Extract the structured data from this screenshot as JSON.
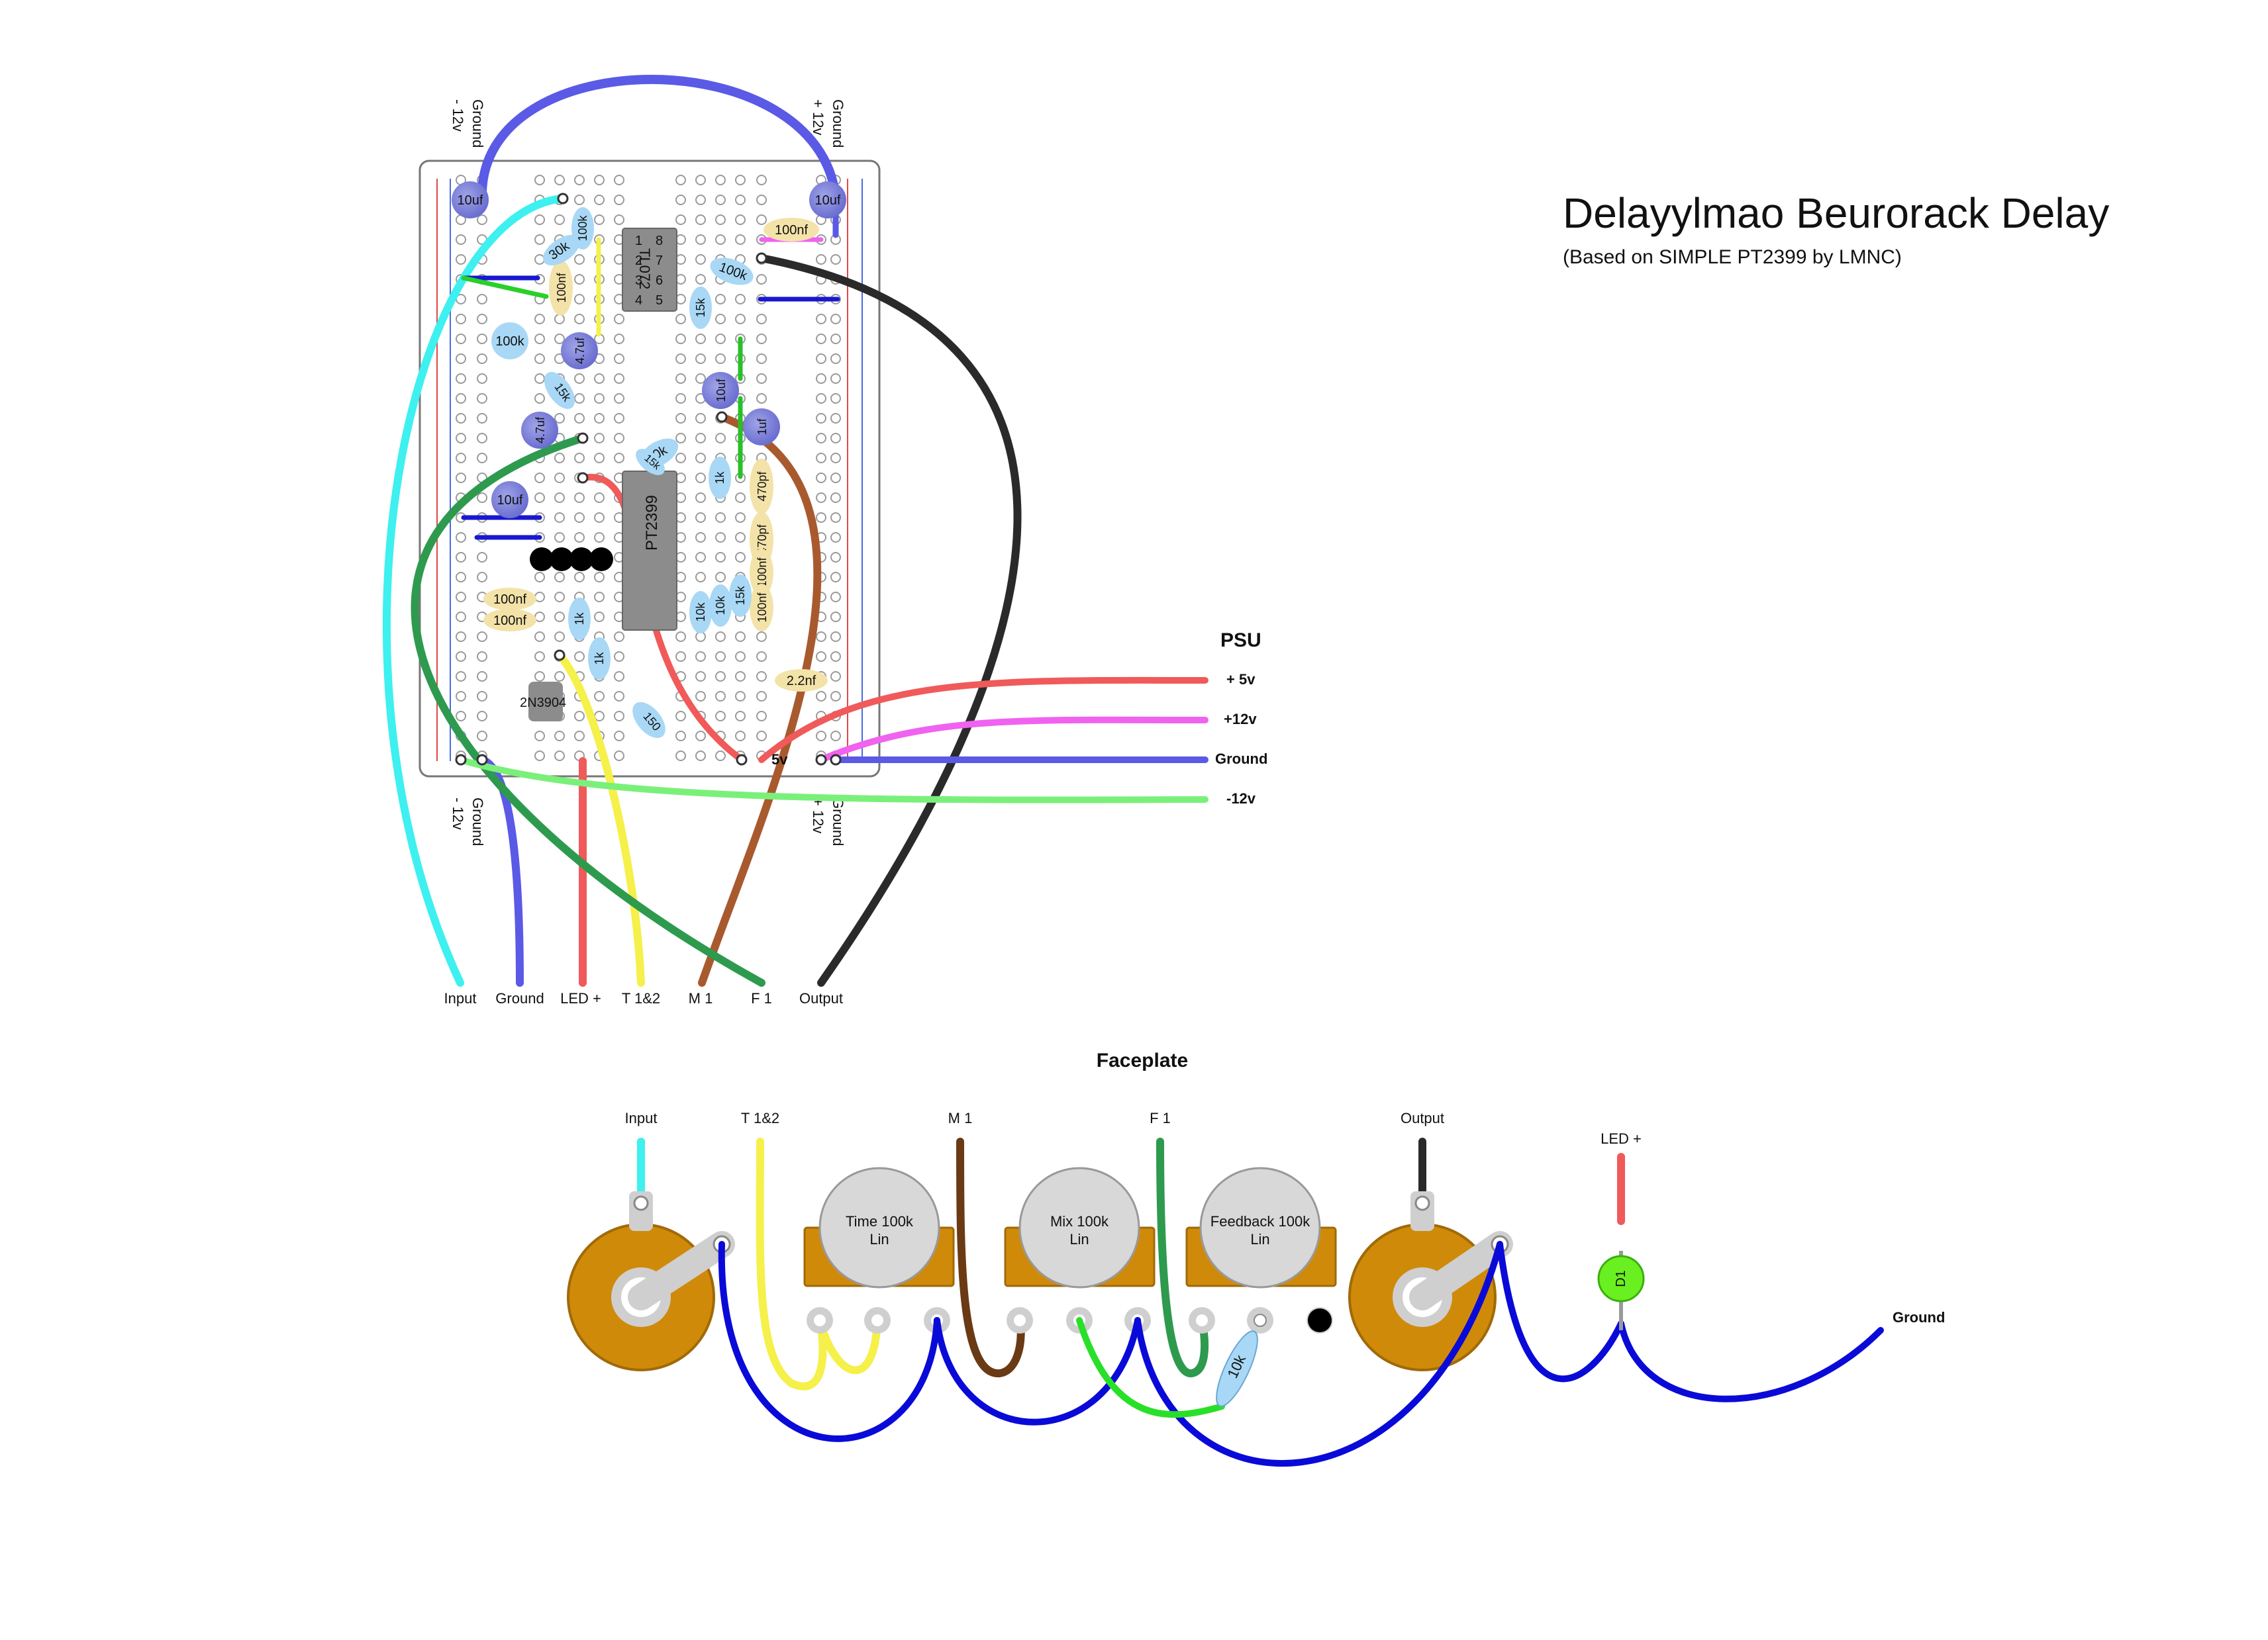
{
  "title": "Delayylmao Beurorack Delay",
  "subtitle": "(Based on SIMPLE PT2399 by LMNC)",
  "board": {
    "top_left_labels": [
      "Ground",
      "- 12v"
    ],
    "top_right_labels": [
      "Ground",
      "+ 12v"
    ],
    "bottom_left_labels": [
      "Ground",
      "- 12v"
    ],
    "bottom_right_labels": [
      "Ground",
      "+ 12v"
    ],
    "chips": {
      "opamp": "TL072",
      "delay": "PT2399",
      "transistor": "2N3904"
    },
    "opamp_pins": [
      "1",
      "2",
      "3",
      "4",
      "5",
      "6",
      "7",
      "8"
    ],
    "capacitors_electrolytic": [
      "10uf",
      "10uf",
      "4.7uf",
      "10uf",
      "4.7uf",
      "10uf",
      "1uf"
    ],
    "capacitors_ceramic": [
      "100nf",
      "100nf",
      "470pf",
      "470pf",
      "100nf",
      "100nf",
      "100nf",
      "100nf",
      "2.2nf"
    ],
    "resistors": [
      "30k",
      "100k",
      "100k",
      "100k",
      "15k",
      "15k",
      "10k",
      "15k",
      "1k",
      "10k",
      "10k",
      "15k",
      "1k",
      "1k",
      "150"
    ],
    "rail_label": "5v"
  },
  "psu": {
    "heading": "PSU",
    "rails": [
      {
        "label": "+ 5v",
        "color": "#f05a5a"
      },
      {
        "label": "+12v",
        "color": "#f062f0"
      },
      {
        "label": "Ground",
        "color": "#5a5ae6"
      },
      {
        "label": "-12v",
        "color": "#7af07a"
      }
    ]
  },
  "wire_outputs": [
    {
      "label": "Input",
      "color": "#3ef0f0"
    },
    {
      "label": "Ground",
      "color": "#5a5ae6"
    },
    {
      "label": "LED +",
      "color": "#f05a5a"
    },
    {
      "label": "T 1&2",
      "color": "#f5f04a"
    },
    {
      "label": "M 1",
      "color": "#a85a2e"
    },
    {
      "label": "F 1",
      "color": "#2e9a4e"
    },
    {
      "label": "Output",
      "color": "#222222"
    }
  ],
  "faceplate": {
    "heading": "Faceplate",
    "wire_labels": [
      "Input",
      "T 1&2",
      "M 1",
      "F 1",
      "Output",
      "LED +"
    ],
    "pots": [
      {
        "name": "Time 100k",
        "taper": "Lin"
      },
      {
        "name": "Mix 100k",
        "taper": "Lin"
      },
      {
        "name": "Feedback 100k",
        "taper": "Lin"
      }
    ],
    "resistor": "10k",
    "led": "D1",
    "ground_label": "Ground"
  }
}
